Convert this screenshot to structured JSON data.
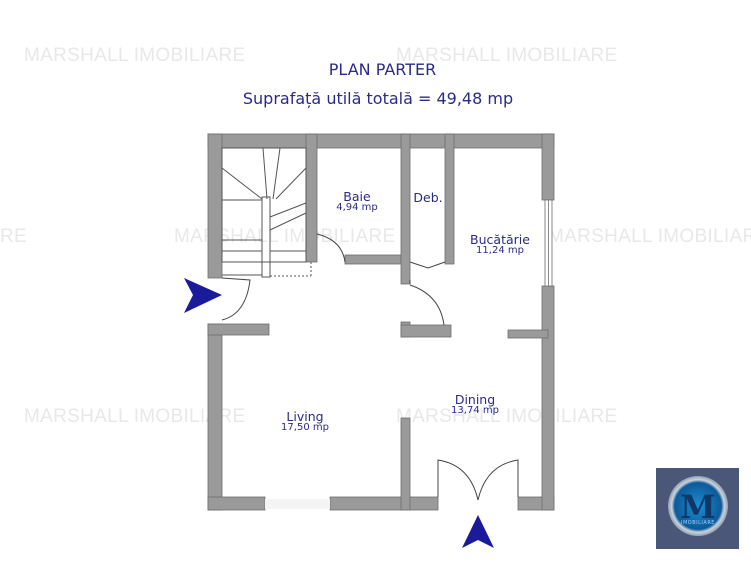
{
  "watermark": {
    "text": "MARSHALL IMOBILIARE",
    "partial_left": "RE",
    "color": "#e8e8e8"
  },
  "header": {
    "title": "PLAN PARTER",
    "subtitle": "Suprafață utilă totală = 49,48 mp"
  },
  "rooms": [
    {
      "name": "Baie",
      "area": "4,94 mp"
    },
    {
      "name": "Deb.",
      "area": ""
    },
    {
      "name": "Bucătărie",
      "area": "11,24 mp"
    },
    {
      "name": "Living",
      "area": "17,50 mp"
    },
    {
      "name": "Dining",
      "area": "13,74 mp"
    }
  ],
  "colors": {
    "wall": "#9a9a9a",
    "wall_edge": "#6e6e6e",
    "text": "#2a2a8a",
    "arrow": "#1a1a9a",
    "logo_bg": "#4a5778"
  },
  "entrances": [
    {
      "label": "entrance-arrow-left"
    },
    {
      "label": "entrance-arrow-bottom"
    }
  ],
  "logo": {
    "letter": "M",
    "subtext": "IMOBILIARE"
  }
}
